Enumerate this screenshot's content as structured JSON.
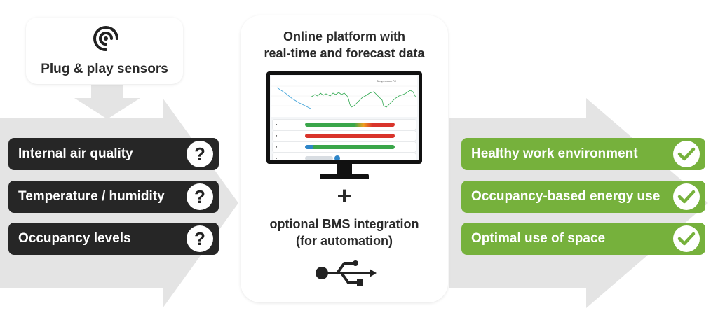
{
  "sensors": {
    "label": "Plug & play sensors",
    "icon": "wifi-sensor-icon"
  },
  "platform": {
    "title_line1": "Online platform with",
    "title_line2": "real-time and forecast data",
    "plus": "+",
    "bms_line1": "optional BMS integration",
    "bms_line2": "(for automation)",
    "usb_icon": "usb-icon"
  },
  "inputs": [
    {
      "label": "Internal air quality",
      "icon": "question-icon",
      "symbol": "?"
    },
    {
      "label": "Temperature / humidity",
      "icon": "question-icon",
      "symbol": "?"
    },
    {
      "label": "Occupancy levels",
      "icon": "question-icon",
      "symbol": "?"
    }
  ],
  "outcomes": [
    {
      "label": "Healthy work environment",
      "icon": "check-icon"
    },
    {
      "label": "Occupancy-based energy use",
      "icon": "check-icon"
    },
    {
      "label": "Optimal use of space",
      "icon": "check-icon"
    }
  ],
  "colors": {
    "arrow": "#e3e3e3",
    "dark_pill": "#262626",
    "green_pill": "#76b13c",
    "chart_line": "#2fa84f",
    "forecast_line": "#3aa0d8",
    "bar_red": "#d9342b",
    "bar_green": "#3aa64a",
    "bar_blue": "#2f86c8"
  }
}
